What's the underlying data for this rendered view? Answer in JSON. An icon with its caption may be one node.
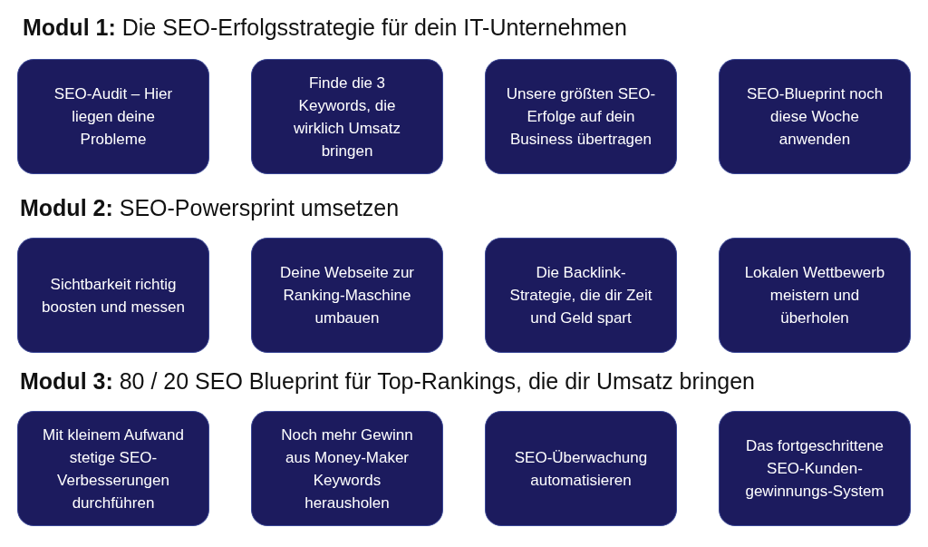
{
  "diagram": {
    "nodes": [
      {
        "text": [
          "SEO-Audit – Hier liegen deine Probleme"
        ]
      },
      {
        "text": [
          "Finde die 3 Keywords, die wirklich Umsatz bringen"
        ]
      },
      {
        "text": [
          "Unsere größten SEO-Erfolge auf dein Business übertragen"
        ]
      },
      {
        "text": [
          "SEO-Blueprint noch diese Woche anwenden"
        ]
      },
      {
        "text": [
          "Sichtbarkeit richtig boosten und messen"
        ]
      },
      {
        "text": [
          "Deine Webseite zur Ranking-Maschine umbauen"
        ]
      },
      {
        "text": [
          "Die Backlink-Strategie, die dir Zeit und Geld spart"
        ]
      },
      {
        "text": [
          "Lokalen Wettbewerb meistern und überholen"
        ]
      },
      {
        "text": [
          "Mit kleinem Aufwand stetige SEO-Verbesserungen durchführen"
        ]
      },
      {
        "text": [
          "Noch mehr Gewinn aus Money-Maker Keywords herausholen"
        ]
      },
      {
        "text": [
          "SEO-Überwachung automatisieren"
        ]
      },
      {
        "text": [
          "Das fortgeschrittene SEO-Kunden-gewinnungs-System"
        ]
      }
    ],
    "labels": [
      "**Modul 1:** Die SEO-Erfolgsstrategie für dein IT-Unternehmen",
      "**Modul 2:** SEO-Powersprint umsetzen",
      "**Modul 3:** 80 / 20 SEO Blueprint für Top-Rankings, die dir Umsatz bringen"
    ]
  }
}
